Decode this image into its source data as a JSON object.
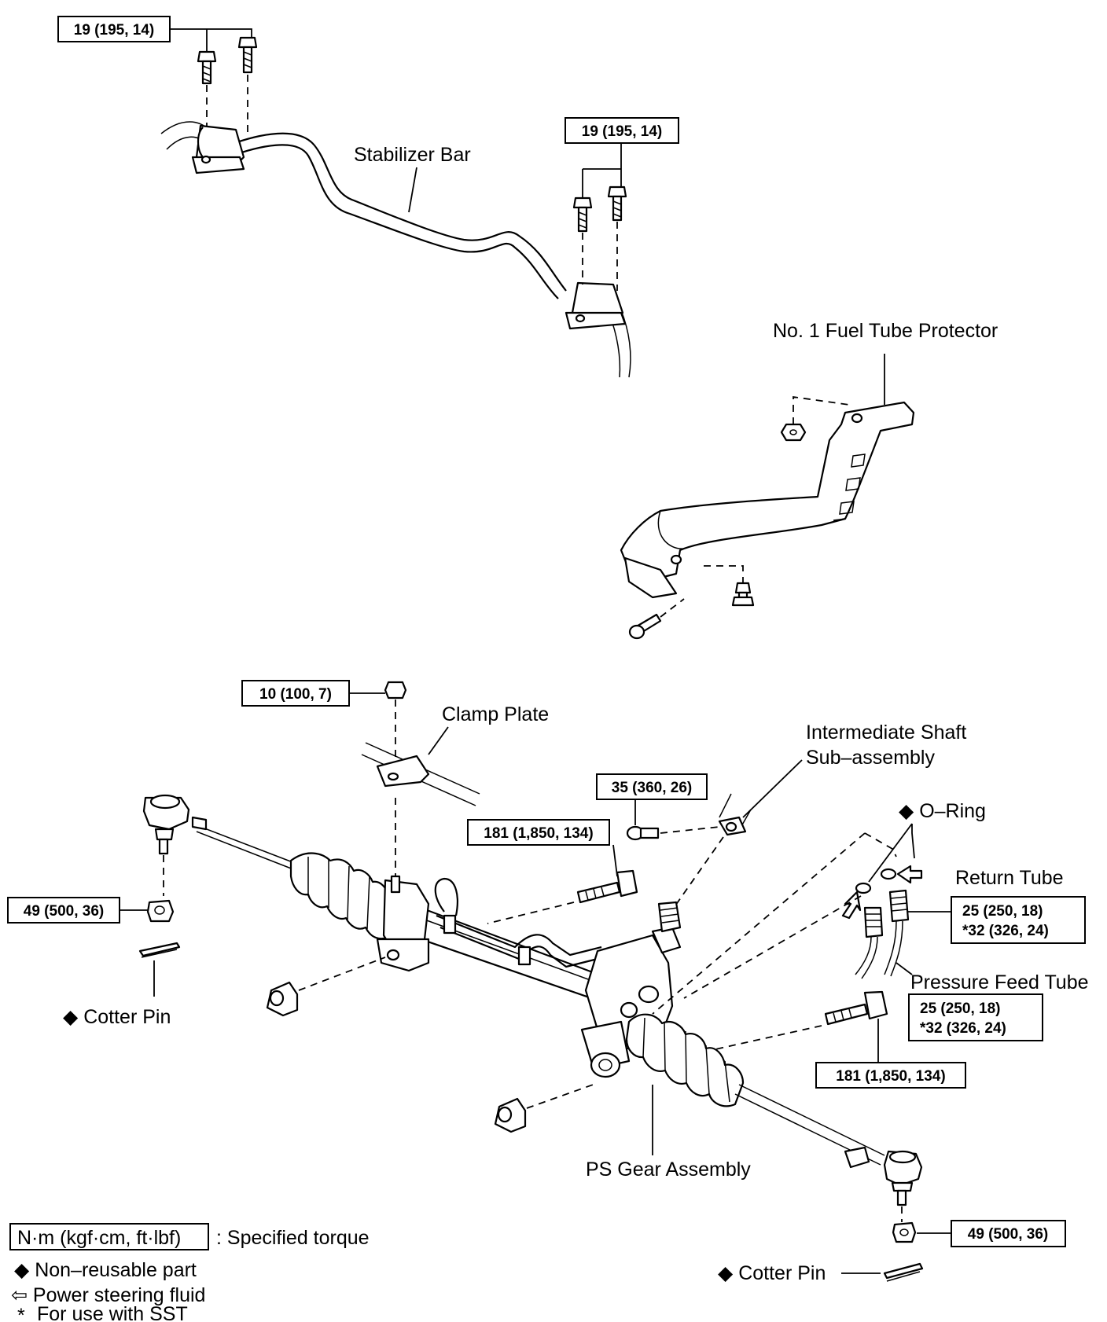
{
  "labels": {
    "stabilizer_bar": "Stabilizer Bar",
    "fuel_tube_protector": "No. 1 Fuel Tube Protector",
    "clamp_plate": "Clamp Plate",
    "intermediate_shaft_1": "Intermediate Shaft",
    "intermediate_shaft_2": "Sub–assembly",
    "o_ring": "O–Ring",
    "return_tube": "Return Tube",
    "pressure_feed_tube": "Pressure Feed Tube",
    "cotter_pin_left": "Cotter Pin",
    "cotter_pin_right": "Cotter Pin",
    "ps_gear_assembly": "PS Gear Assembly"
  },
  "torques": {
    "stab_left": "19 (195, 14)",
    "stab_right": "19 (195, 14)",
    "clamp_nut": "10 (100, 7)",
    "shaft_bolt": "35 (360, 26)",
    "gear_bolt_left": "181 (1,850, 134)",
    "gear_bolt_right": "181 (1,850, 134)",
    "tie_rod_left": "49 (500, 36)",
    "tie_rod_right": "49 (500, 36)",
    "return_tube_a": "25 (250, 18)",
    "return_tube_b": "*32 (326, 24)",
    "pressure_tube_a": "25 (250, 18)",
    "pressure_tube_b": "*32 (326, 24)"
  },
  "legend": {
    "torque_unit": "N·m (kgf·cm, ft·lbf)",
    "torque_desc": ": Specified torque",
    "non_reusable": "Non–reusable part",
    "ps_fluid": "Power steering fluid",
    "sst_mark": "*",
    "sst": "For use with SST"
  },
  "symbols": {
    "diamond": "◆",
    "arrow": "⇦"
  },
  "colors": {
    "ink": "#000000",
    "paper": "#ffffff"
  }
}
